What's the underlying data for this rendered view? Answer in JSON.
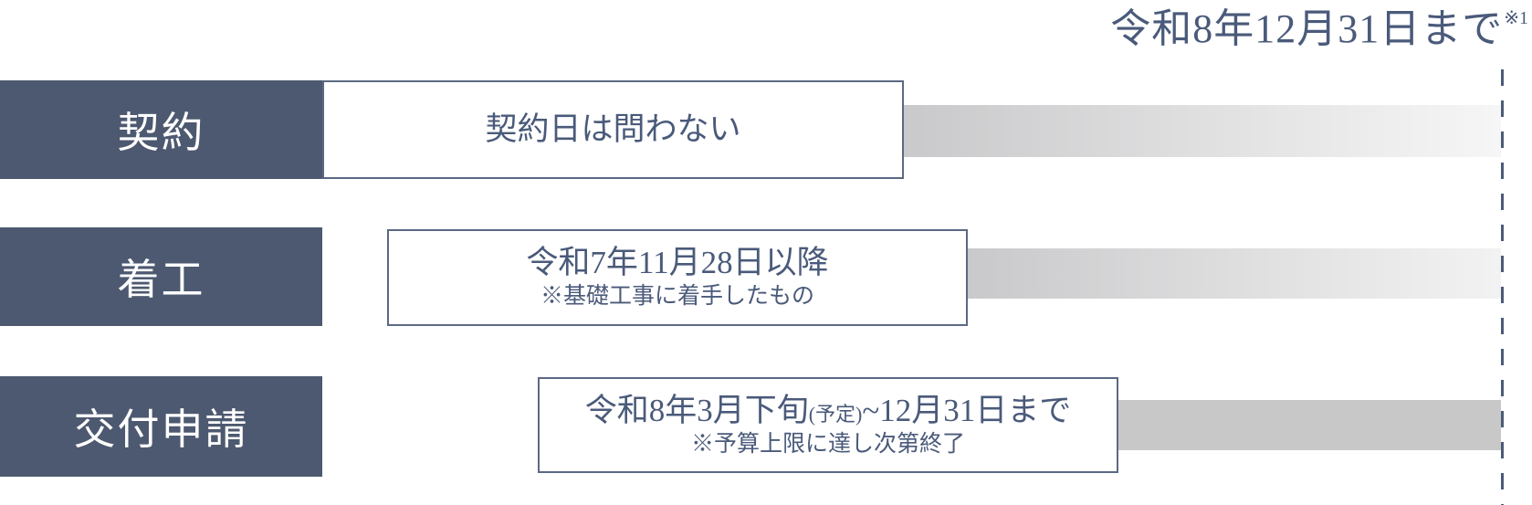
{
  "deadline": {
    "text": "令和8年12月31日まで",
    "note_marker": "※1"
  },
  "rows": [
    {
      "id": "contract",
      "label": "契約",
      "main": "契約日は問わない"
    },
    {
      "id": "construction-start",
      "label": "着工",
      "main": "令和7年11月28日以降",
      "note": "※基礎工事に着手したもの"
    },
    {
      "id": "grant-application",
      "label": "交付申請",
      "main_prefix": "令和8年3月下旬",
      "main_small": "(予定)",
      "main_suffix": "~12月31日まで",
      "note": "※予算上限に達し次第終了"
    }
  ],
  "colors": {
    "label_box_bg": "#4d5970",
    "text_slate": "#4a5a7a",
    "box_border": "#5b6983",
    "bar_gray_start": "#c9c9cb",
    "bar_gray_fade": "#f6f6f6",
    "bar_gray_solid": "#c8c8c9",
    "deadline_line": "#4a5a78"
  }
}
